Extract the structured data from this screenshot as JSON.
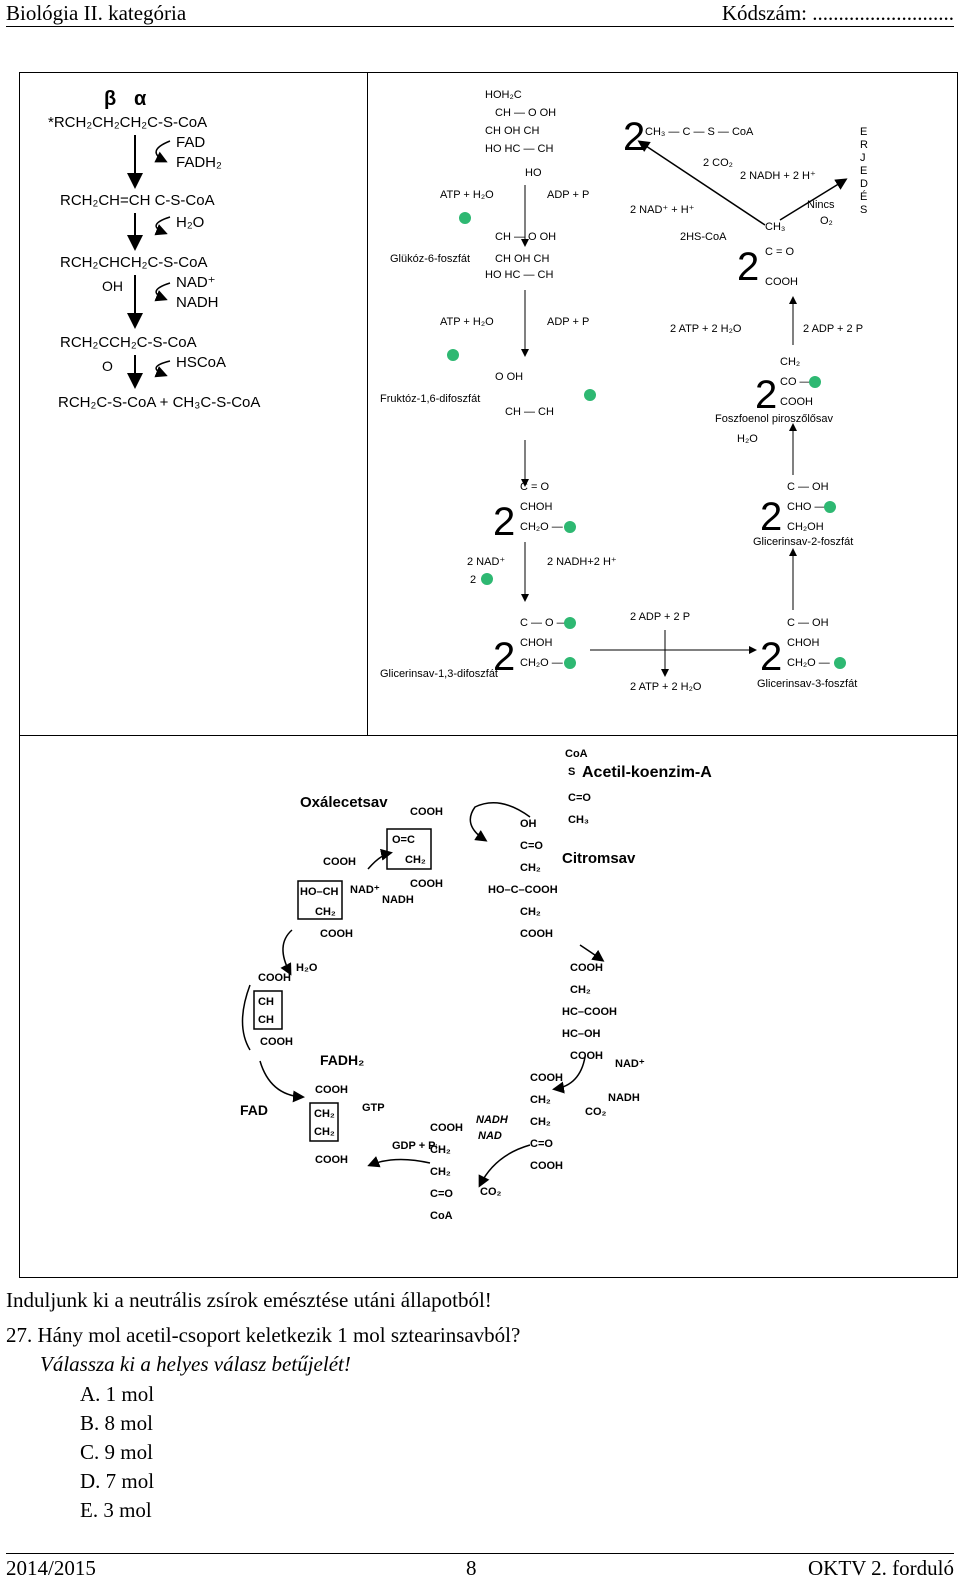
{
  "header": {
    "left": "Biológia II. kategória",
    "right": "Kódszám: ..........................."
  },
  "beta_ox": {
    "greek": [
      "β",
      "α"
    ],
    "rows": [
      "*RCH₂CH₂CH₂C-S-CoA",
      "RCH₂CH=CH C-S-CoA",
      "RCH₂CHCH₂C-S-CoA",
      "RCH₂CCH₂C-S-CoA",
      "RCH₂C-S-CoA  +  CH₃C-S-CoA"
    ],
    "sub": [
      "OH",
      "O"
    ],
    "reagents": [
      "FAD",
      "FADH₂",
      "H₂O",
      "NAD⁺",
      "NADH",
      "HSCoA"
    ]
  },
  "glycolysis": {
    "labels": [
      "Glükóz-6-foszfát",
      "Fruktóz-1,6-difoszfát",
      "Glicerinsav-1,3-difoszfát",
      "Glicerinsav-3-foszfát",
      "Glicerinsav-2-foszfát",
      "Foszfoenol piroszőlősav"
    ],
    "atp1": "ATP + H₂O",
    "adp1": "ADP + P",
    "atp2": "ATP + H₂O",
    "adp2": "ADP + P",
    "nad": "2 NAD⁺",
    "nadh": "2 NADH+2 H⁺",
    "p2": "2",
    "adp3": "2 ADP + 2 P",
    "atp3": "2 ATP + 2 H₂O",
    "atp4": "2 ATP + 2 H₂O",
    "adp4": "2 ADP + 2 P",
    "h2o": "H₂O",
    "pdh_left": "2 NAD⁺ + H⁺",
    "pdh_mid": "2 NADH + 2 H⁺",
    "co2": "2 CO₂",
    "hscoa": "2HS-CoA",
    "nincs": "Nincs",
    "o2": "O₂",
    "erjedes": [
      "E",
      "R",
      "J",
      "E",
      "D",
      "É",
      "S"
    ],
    "acetyl": "CH₃ — C — S — CoA",
    "pyr": [
      "CH₃",
      "C = O",
      "COOH"
    ],
    "two": "2",
    "g6p": [
      "HOH₂C",
      "CH — O  OH",
      "CH  OH   CH",
      "HO  HC — CH",
      "HO"
    ]
  },
  "krebs": {
    "acetyl": "Acetil-koenzim-A",
    "oxalo": "Oxálecetsav",
    "citrom": "Citromsav",
    "nad1": "NAD⁺",
    "nadh1": "NADH",
    "h2o": "H₂O",
    "fadh2": "FADH₂",
    "fad": "FAD",
    "gtp": "GTP",
    "gdp": "GDP + Pᵢ",
    "nadh2": "NADH",
    "nad2": "NAD",
    "co2a": "CO₂",
    "nad3": "NAD⁺",
    "nadh3": "NADH",
    "co2b": "CO₂",
    "frags": [
      "COOH",
      "CH₂",
      "C=O",
      "CH₃",
      "CoA",
      "S",
      "HC–OH",
      "HO–C–COOH",
      "HC–COOH",
      "CH",
      "HO–CH"
    ]
  },
  "question": {
    "intro": "Induljunk ki a neutrális zsírok emésztése utáni állapotból!",
    "q27": "27. Hány mol acetil-csoport keletkezik 1 mol sztearinsavból?",
    "instr": "Válassza ki a helyes válasz betűjelét!",
    "options": [
      "A. 1 mol",
      "B. 8 mol",
      "C. 9 mol",
      "D. 7 mol",
      "E. 3 mol"
    ]
  },
  "footer": {
    "left": "2014/2015",
    "center": "8",
    "right": "OKTV 2. forduló"
  }
}
